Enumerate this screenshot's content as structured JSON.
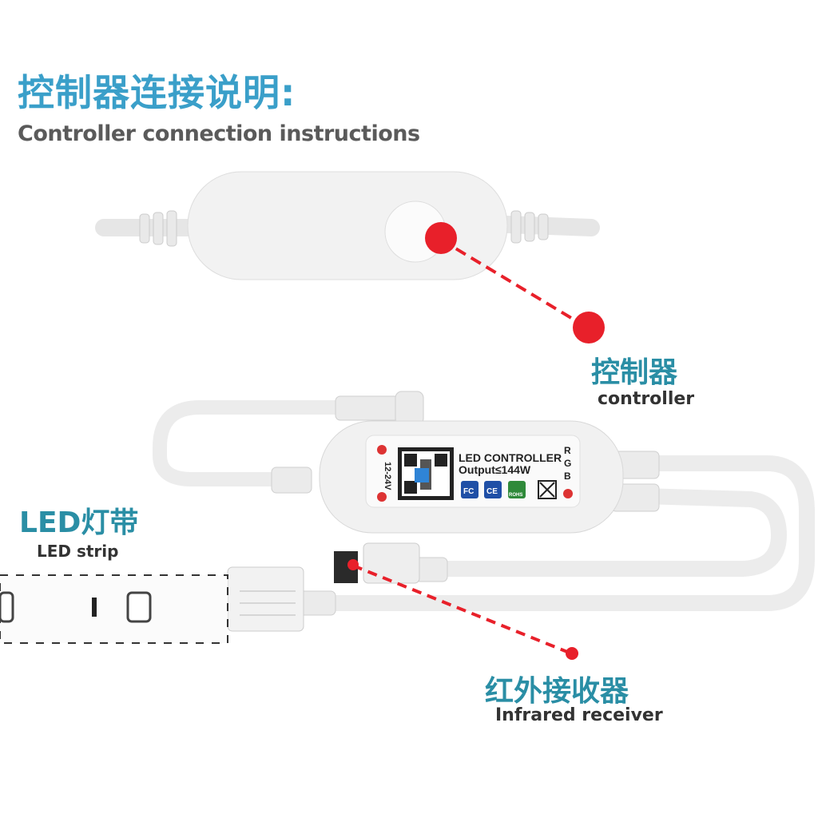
{
  "header": {
    "title_cn": "控制器连接说明:",
    "title_en": "Controller connection instructions"
  },
  "callouts": {
    "controller": {
      "cn": "控制器",
      "en": "controller"
    },
    "led_strip": {
      "cn": "LED灯带",
      "en": "LED strip"
    },
    "ir_receiver": {
      "cn": "红外接收器",
      "en": "Infrared receiver"
    }
  },
  "device_label": {
    "line1": "LED CONTROLLER",
    "line2": "Output≤144W",
    "voltage": "12-24V",
    "rgb": [
      "R",
      "G",
      "B"
    ],
    "certs": [
      "FC",
      "CE",
      "ROHS"
    ]
  },
  "colors": {
    "accent": "#3a9fc9",
    "callout_dot": "#e8202a"
  }
}
